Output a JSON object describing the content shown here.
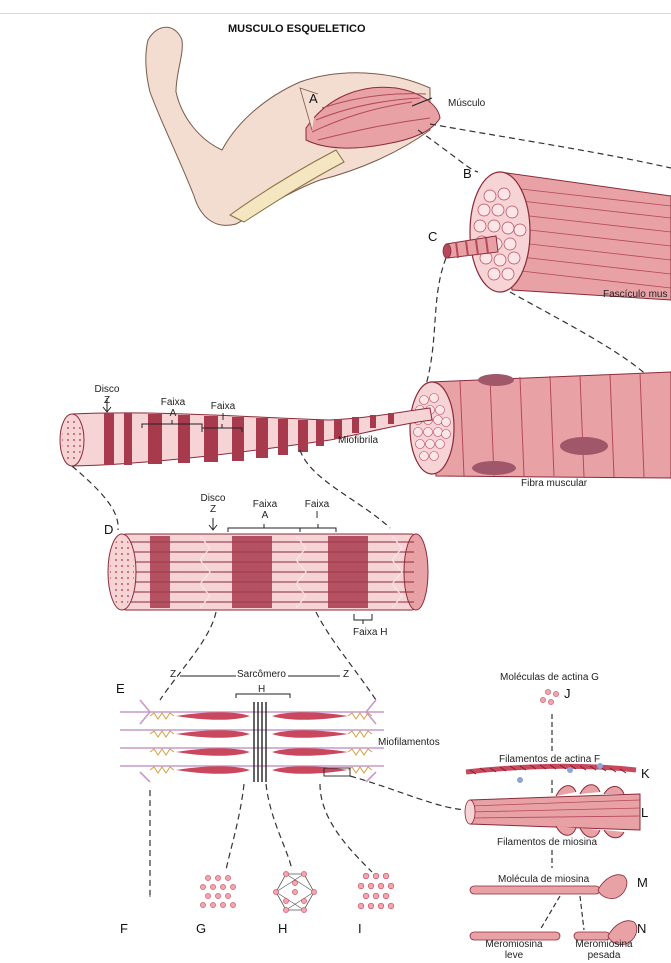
{
  "title": "MUSCULO ESQUELETICO",
  "labels": {
    "musculo": "Músculo",
    "fasciculo": "Fascículo mus",
    "disco_z_line1": "Disco",
    "disco_z_line2": "Z",
    "faixa_a_line1": "Faixa",
    "faixa_a_line2": "A",
    "faixa_i_line1": "Faixa",
    "faixa_i_line2": "I",
    "miofibrila": "Miofibrila",
    "fibra_muscular": "Fibra muscular",
    "faixa_h": "Faixa H",
    "z_left": "Z",
    "z_right": "Z",
    "sarcomero": "Sarcômero",
    "h": "H",
    "miofilamentos": "Miofilamentos",
    "moleculas_actina_g": "Moléculas de actina G",
    "filamentos_actina_f": "Filamentos de actina F",
    "filamentos_miosina": "Filamentos de miosina",
    "molecula_miosina": "Molécula de miosina",
    "meromiosina_leve_1": "Meromiosina",
    "meromiosina_leve_2": "leve",
    "meromiosina_pesada_1": "Meromiosina",
    "meromiosina_pesada_2": "pesada"
  },
  "letters": {
    "A": "A",
    "B": "B",
    "C": "C",
    "D": "D",
    "E": "E",
    "F": "F",
    "G": "G",
    "H": "H",
    "I": "I",
    "J": "J",
    "K": "K",
    "L": "L",
    "M": "M",
    "N": "N"
  },
  "colors": {
    "muscle": "#e8a2a6",
    "muscle_dark": "#b5485a",
    "muscle_light": "#f6d3d5",
    "outline": "#8b2a3a",
    "skin": "#f3dcd0",
    "bone": "#f4e6c0",
    "line": "#333333",
    "filament_pink": "#c99ac8"
  }
}
